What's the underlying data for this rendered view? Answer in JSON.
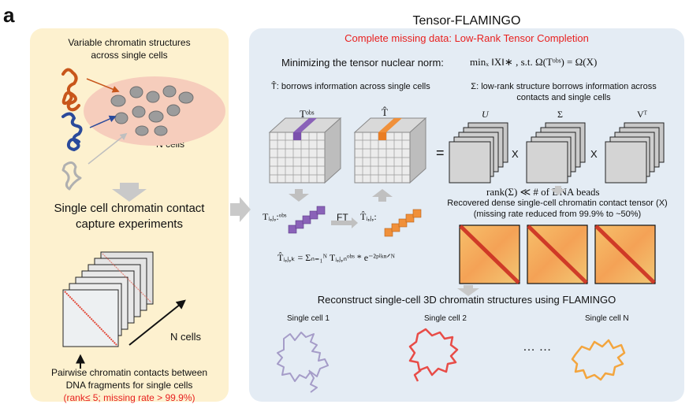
{
  "panel_letter": "a",
  "left_panel": {
    "title_line1": "Variable chromatin structures",
    "title_line2": "across single cells",
    "n_cells_label": "N cells",
    "experiment_line1": "Single cell chromatin contact",
    "experiment_line2": "capture experiments",
    "stack_n_cells": "N cells",
    "pairwise_line1": "Pairwise chromatin contacts between",
    "pairwise_line2": "DNA fragments for single cells",
    "rank_note": "(rank≤ 5; missing rate > 99.9%)"
  },
  "right_panel": {
    "title": "Tensor-FLAMINGO",
    "subtitle": "Complete missing data: Low-Rank Tensor Completion",
    "objective_prefix": "Minimizing the tensor nuclear norm:",
    "objective_formula": "minₓ ‖X‖∗ , s.t. Ω(Tᵒᵇˢ) = Ω(X)",
    "that_label": "T̂: borrows information across single cells",
    "sigma_label_line1": "Σ: low-rank structure borrows information across",
    "sigma_label_line2": "contacts and single cells",
    "tobs_label": "Tᵒᵇˢ",
    "that_cube_label": "T̂",
    "u_label": "U",
    "sigma_label": "Σ",
    "vt_label": "Vᵀ",
    "equals": "=",
    "times1": "X",
    "times2": "X",
    "rank_formula": "rank(Σ) ≪ # of DNA beads",
    "tobs_fiber": "Tᵢ,ⱼ,:ᵒᵇˢ",
    "ft_label": "FT",
    "that_fiber": "T̂ᵢ,ⱼ,:",
    "fourier_formula": "T̂ᵢ,ⱼ,ₖ = Σₙ₌₁ᴺ Tᵢ,ⱼ,ₙᵒᵇˢ * e⁻²ᵖⁱᵏⁿᐟᴺ",
    "recovered_line1": "Recovered dense single-cell chromatin contact tensor (X)",
    "recovered_line2": "(missing rate reduced from 99.9% to ~50%)",
    "reconstruct_title": "Reconstruct single-cell 3D chromatin structures using FLAMINGO",
    "cell_labels": [
      "Single cell 1",
      "Single cell 2",
      "Single cell N"
    ],
    "ellipsis": "… …"
  },
  "colors": {
    "panel_a_bg": "#fdf1cf",
    "panel_b_bg": "#e4ecf4",
    "red_text": "#e8201f",
    "structure_orange": "#c8561b",
    "structure_blue": "#2a4a9b",
    "structure_gray": "#a9a9a9",
    "fiber_purple": "#8a62b8",
    "fiber_orange": "#f0903a",
    "cell1": "#a59cc8",
    "cell2": "#e84c47",
    "cellN": "#f3a53e"
  }
}
